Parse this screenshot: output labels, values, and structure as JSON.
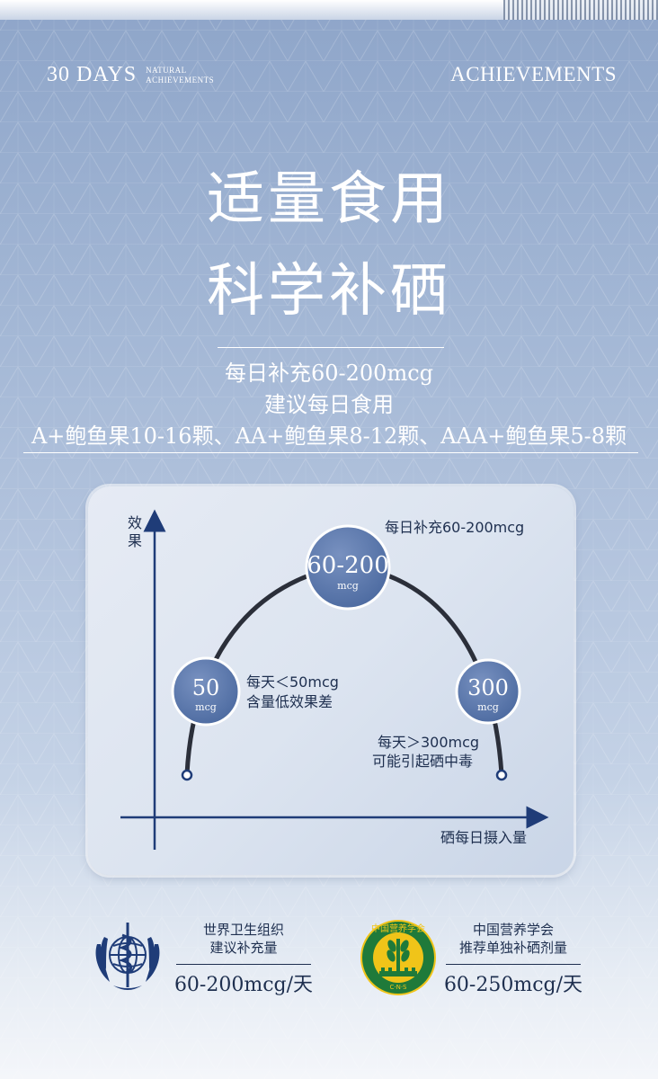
{
  "header": {
    "brand_main": "30 DAYS",
    "brand_sub_1": "NATURAL",
    "brand_sub_2": "ACHIEVEMENTS",
    "right_title": "ACHIEVEMENTS"
  },
  "headline": {
    "line1": "适量食用",
    "line2": "科学补硒"
  },
  "subtitle": {
    "line1": "每日补充60-200mcg",
    "line2": "建议每日食用",
    "line3": "A+鲍鱼果10-16颗、AA+鲍鱼果8-12颗、AAA+鲍鱼果5-8颗"
  },
  "diagram": {
    "y_axis_label_1": "效",
    "y_axis_label_2": "果",
    "x_axis_label": "硒每日摄入量",
    "top_note": "每日补充60-200mcg",
    "bubbles": [
      {
        "value": "50",
        "unit": "mcg"
      },
      {
        "value": "60-200",
        "unit": "mcg"
      },
      {
        "value": "300",
        "unit": "mcg"
      }
    ],
    "low_note_1": "每天＜50mcg",
    "low_note_2": "含量低效果差",
    "high_note_1": "每天＞300mcg",
    "high_note_2": "可能引起硒中毒"
  },
  "badges": {
    "who": {
      "title_1": "世界卫生组织",
      "title_2": "建议补充量",
      "value": "60-200mcg/天"
    },
    "cns": {
      "logo_text": "中国营养学会",
      "logo_sub": "C·N·S",
      "title_1": "中国营养学会",
      "title_2": "推荐单独补硒剂量",
      "value": "60-250mcg/天"
    }
  },
  "colors": {
    "accent_blue": "#1f3c78",
    "bubble_blue": "#5b79ad",
    "curve": "#2b2f3a",
    "cns_green": "#1f7a3a",
    "cns_yellow": "#f0c419"
  }
}
